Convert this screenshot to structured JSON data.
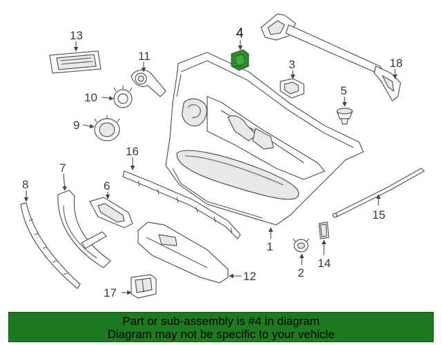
{
  "labels": {
    "p1": "1",
    "p2": "2",
    "p3": "3",
    "p4": "4",
    "p5": "5",
    "p6": "6",
    "p7": "7",
    "p8": "8",
    "p9": "9",
    "p10": "10",
    "p11": "11",
    "p12": "12",
    "p13": "13",
    "p14": "14",
    "p15": "15",
    "p16": "16",
    "p17": "17",
    "p18": "18"
  },
  "highlight": {
    "part": "4",
    "color": "#2e8b2e"
  },
  "banner": {
    "line1": "Part or sub-assembly is #4 in diagram",
    "line2": "Diagram may not be specific to your vehicle",
    "color": "#1e7a1e"
  }
}
